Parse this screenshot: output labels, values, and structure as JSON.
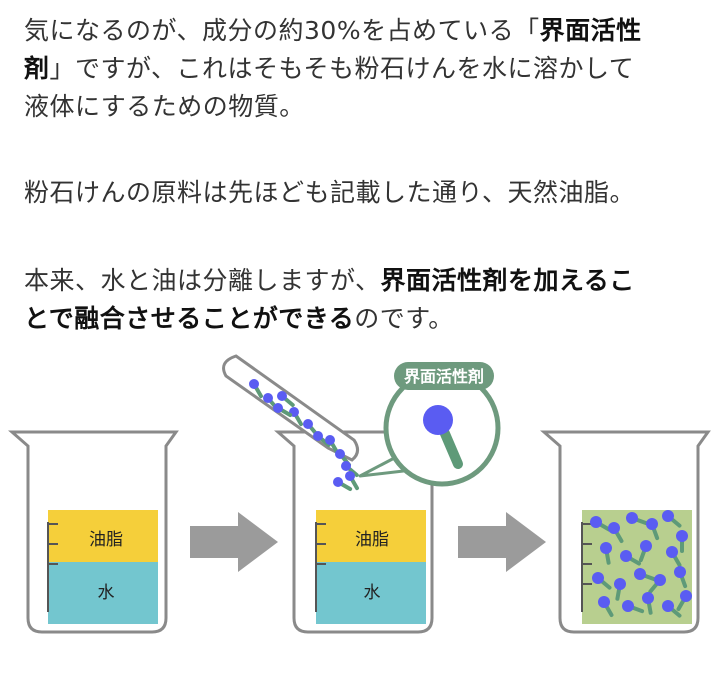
{
  "paragraphs": {
    "p1": {
      "line1_a": "気になるのが、成分の約30%を占めている「",
      "line1_b": "界面活性",
      "line2_a": "剤",
      "line2_b": "」ですが、これはそもそも粉石けんを水に溶かして",
      "line3": "液体にするための物質。"
    },
    "p2": {
      "line1": "粉石けんの原料は先ほども記載した通り、天然油脂。"
    },
    "p3": {
      "line1_a": "本来、水と油は分離しますが、",
      "line1_b": "界面活性剤を加えるこ",
      "line2_a": "とで融合させることができる",
      "line2_b": "のです。"
    }
  },
  "illustration": {
    "beaker1": {
      "oil_label": "油脂",
      "water_label": "水"
    },
    "beaker2": {
      "oil_label": "油脂",
      "water_label": "水"
    },
    "surfactant_badge": "界面活性剤",
    "colors": {
      "oil": "#f5cf3a",
      "water": "#73c6cf",
      "mixed": "#b8cf8f",
      "molecule_head": "#5a5cf2",
      "molecule_tail": "#5e9a78",
      "arrow": "#9b9b9b",
      "beaker_outline": "#8a8a8a",
      "badge": "#6e9a7e"
    }
  }
}
